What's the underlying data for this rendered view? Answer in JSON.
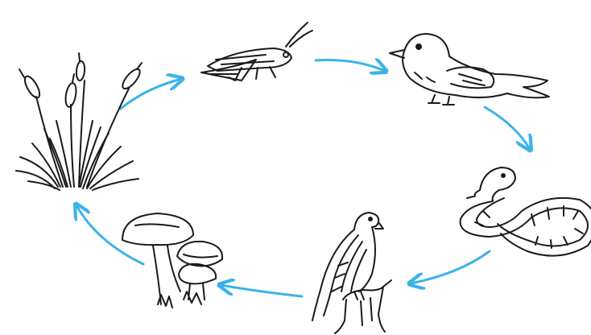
{
  "diagram": {
    "type": "food-cycle",
    "line_color": "#1a1a1a",
    "arrow_color": "#3cb3e8",
    "background": "#ffffff",
    "nodes": [
      {
        "id": "grass",
        "icon": "grass-cattail-icon"
      },
      {
        "id": "grasshopper",
        "icon": "grasshopper-icon"
      },
      {
        "id": "bird",
        "icon": "bird-icon"
      },
      {
        "id": "snake",
        "icon": "snake-icon"
      },
      {
        "id": "hawk",
        "icon": "hawk-icon"
      },
      {
        "id": "mushroom",
        "icon": "mushroom-icon"
      }
    ],
    "arrows": [
      {
        "from": "grass",
        "to": "grasshopper"
      },
      {
        "from": "grasshopper",
        "to": "bird"
      },
      {
        "from": "bird",
        "to": "snake"
      },
      {
        "from": "snake",
        "to": "hawk"
      },
      {
        "from": "hawk",
        "to": "mushroom"
      },
      {
        "from": "mushroom",
        "to": "grass"
      }
    ]
  }
}
